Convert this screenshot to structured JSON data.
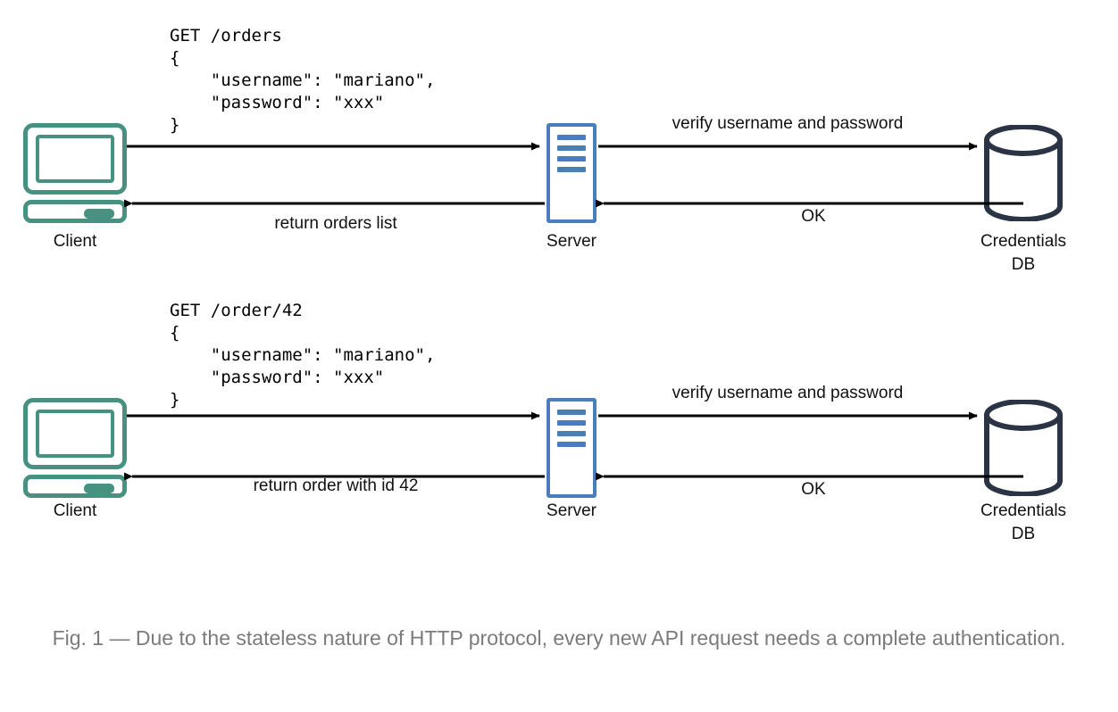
{
  "figure": {
    "caption": "Fig. 1 — Due to the stateless nature of HTTP protocol, every new API request needs a complete authentication.",
    "colors": {
      "client": "#479180",
      "server": "#4a7ebb",
      "database": "#2b3445",
      "arrow": "#000000",
      "caption_text": "#7b7b7b",
      "background": "#ffffff"
    }
  },
  "flows": [
    {
      "id": "flow-orders",
      "request_code": "GET /orders\n{\n    \"username\": \"mariano\",\n    \"password\": \"xxx\"\n}",
      "nodes": {
        "client": {
          "label": "Client",
          "icon": "computer-icon"
        },
        "server": {
          "label": "Server",
          "icon": "server-icon"
        },
        "database": {
          "label_line1": "Credentials",
          "label_line2": "DB",
          "icon": "database-cylinder-icon"
        }
      },
      "edges": {
        "client_to_server": {
          "label": "",
          "direction": "right"
        },
        "server_to_db": {
          "label": "verify username and password",
          "direction": "right"
        },
        "db_to_server": {
          "label": "OK",
          "direction": "left"
        },
        "server_to_client": {
          "label": "return orders list",
          "direction": "left"
        }
      }
    },
    {
      "id": "flow-order-42",
      "request_code": "GET /order/42\n{\n    \"username\": \"mariano\",\n    \"password\": \"xxx\"\n}",
      "nodes": {
        "client": {
          "label": "Client",
          "icon": "computer-icon"
        },
        "server": {
          "label": "Server",
          "icon": "server-icon"
        },
        "database": {
          "label_line1": "Credentials",
          "label_line2": "DB",
          "icon": "database-cylinder-icon"
        }
      },
      "edges": {
        "client_to_server": {
          "label": "",
          "direction": "right"
        },
        "server_to_db": {
          "label": "verify username and password",
          "direction": "right"
        },
        "db_to_server": {
          "label": "OK",
          "direction": "left"
        },
        "server_to_client": {
          "label": "return order with id 42",
          "direction": "left"
        }
      }
    }
  ]
}
